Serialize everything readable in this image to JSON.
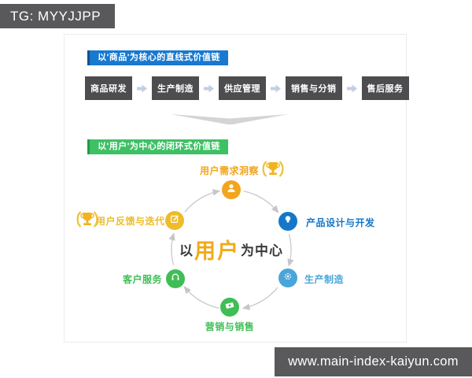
{
  "badge": {
    "text": "TG: MYYJJPP"
  },
  "watermark": {
    "text": "www.main-index-kaiyun.com"
  },
  "linear_section": {
    "title": "以'商品'为核心的直线式价值链",
    "steps": [
      "商品研发",
      "生产制造",
      "供应管理",
      "销售与分销",
      "售后服务"
    ]
  },
  "circular_section": {
    "title": "以'用户'为中心的闭环式价值链",
    "center": {
      "prefix": "以",
      "highlight": "用户",
      "suffix": "为中心"
    },
    "nodes": [
      {
        "label": "用户需求洞察",
        "icon": "user-icon",
        "color": "#f2a51d",
        "trophy": true
      },
      {
        "label": "产品设计与开发",
        "icon": "bulb-icon",
        "color": "#1477c9",
        "trophy": false
      },
      {
        "label": "生产制造",
        "icon": "gear-icon",
        "color": "#49a5da",
        "trophy": false
      },
      {
        "label": "营销与销售",
        "icon": "money-icon",
        "color": "#3fbe56",
        "trophy": false
      },
      {
        "label": "客户服务",
        "icon": "headset-icon",
        "color": "#3fbe56",
        "trophy": false
      },
      {
        "label": "用户反馈与迭代",
        "icon": "edit-icon",
        "color": "#eebc2a",
        "trophy": true
      }
    ]
  },
  "colors": {
    "bar_bg": "#59595b",
    "linear_title_bg": "#1779d0",
    "circular_title_bg": "#3ec065",
    "step_bg": "#4d4d4f",
    "chain_arrow": "#c3cde4",
    "chevron": "#d4d4d4",
    "arc": "#c9c9c9",
    "center_highlight": "#f2a918",
    "text_dark": "#3a3a3a"
  }
}
